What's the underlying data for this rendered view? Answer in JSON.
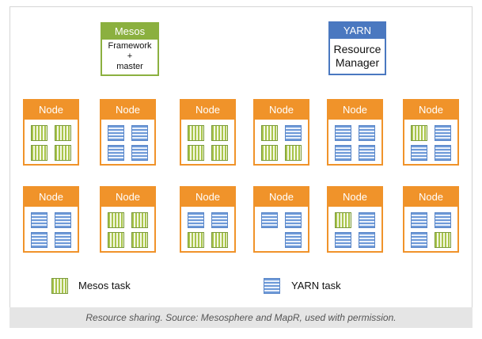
{
  "managers": {
    "mesos": {
      "header": "Mesos",
      "body_line1": "Framework",
      "body_line2": "+",
      "body_line3": "master",
      "color": "#8bb03f"
    },
    "yarn": {
      "header": "YARN",
      "body_line1": "Resource",
      "body_line2": "Manager",
      "color": "#4a78c0"
    }
  },
  "node_label": "Node",
  "node_color": "#f0932a",
  "rows": [
    [
      [
        "mesos",
        "mesos",
        "mesos",
        "mesos"
      ],
      [
        "yarn",
        "yarn",
        "yarn",
        "yarn"
      ],
      [
        "mesos",
        "mesos",
        "mesos",
        "mesos"
      ],
      [
        "mesos",
        "yarn",
        "mesos",
        "mesos"
      ],
      [
        "yarn",
        "yarn",
        "yarn",
        "yarn"
      ],
      [
        "mesos",
        "yarn",
        "yarn",
        "yarn"
      ]
    ],
    [
      [
        "yarn",
        "yarn",
        "yarn",
        "yarn"
      ],
      [
        "mesos",
        "mesos",
        "mesos",
        "mesos"
      ],
      [
        "yarn",
        "yarn",
        "mesos",
        "mesos"
      ],
      [
        "yarn",
        "yarn",
        "",
        "yarn"
      ],
      [
        "mesos",
        "yarn",
        "yarn",
        "yarn"
      ],
      [
        "yarn",
        "yarn",
        "yarn",
        "mesos"
      ]
    ]
  ],
  "legend": {
    "mesos_label": "Mesos task",
    "yarn_label": "YARN task"
  },
  "caption": "Resource sharing. Source: Mesosphere and MapR, used with permission."
}
